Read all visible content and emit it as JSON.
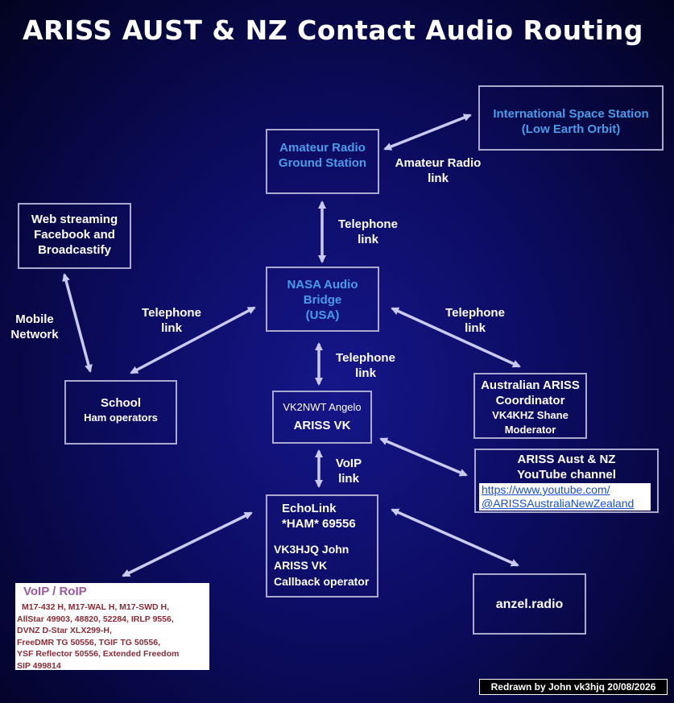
{
  "title": "ARISS AUST & NZ Contact Audio Routing",
  "nodes": {
    "iss": {
      "line1": "International Space Station",
      "line2": "(Low Earth Orbit)"
    },
    "ground_station": {
      "line1": "Amateur Radio",
      "line2": "Ground Station"
    },
    "nasa": {
      "line1": "NASA Audio",
      "line2": "Bridge",
      "line3": "(USA)"
    },
    "web_streaming": {
      "line1": "Web streaming",
      "line2": "Facebook and",
      "line3": "Broadcastify"
    },
    "school": {
      "line1": "School",
      "line2": "Ham operators"
    },
    "vk2nwt": {
      "line1": "VK2NWT Angelo",
      "line2": "ARISS VK"
    },
    "coordinator": {
      "line1": "Australian ARISS",
      "line2": "Coordinator",
      "line3": "VK4KHZ Shane",
      "line4": "Moderator"
    },
    "youtube": {
      "line1": "ARISS Aust & NZ",
      "line2": "YouTube channel",
      "link1": "https://www.youtube.com/",
      "link2": "@ARISSAustraliaNewZealand"
    },
    "echolink": {
      "line1": "EchoLink",
      "line2": "*HAM* 69556",
      "line3": "VK3HJQ John",
      "line4": "ARISS VK",
      "line5": "Callback operator"
    },
    "anzel": {
      "line1": "anzel.radio"
    },
    "voip": {
      "heading": "VoIP / RoIP",
      "lines": [
        "M17-432 H, M17-WAL H, M17-SWD H,",
        "AllStar 49903, 48820, 52284, IRLP 9556,",
        "DVNZ D-Star XLX299-H,",
        "FreeDMR TG 50556, TGIF TG 50556,",
        "YSF Reflector 50556, Extended Freedom",
        "SIP 499814"
      ]
    }
  },
  "links": {
    "amateur_radio": {
      "line1": "Amateur Radio",
      "line2": "link"
    },
    "telephone_gs_nasa": {
      "line1": "Telephone",
      "line2": "link"
    },
    "telephone_school": {
      "line1": "Telephone",
      "line2": "link"
    },
    "telephone_coordinator": {
      "line1": "Telephone",
      "line2": "link"
    },
    "telephone_vk2nwt": {
      "line1": "Telephone",
      "line2": "link"
    },
    "mobile_network": {
      "line1": "Mobile",
      "line2": "Network"
    },
    "voip_link": {
      "line1": "VoIP",
      "line2": "link"
    }
  },
  "footer": "Redrawn by John vk3hjq 20/08/2026",
  "colors": {
    "background": "#0c0c62",
    "box_border": "#a9aacd",
    "node_blue_text": "#4a9ce8",
    "arrow": "#c9cbee",
    "voip_heading": "#9a5aa0",
    "voip_text": "#8a2b37"
  }
}
